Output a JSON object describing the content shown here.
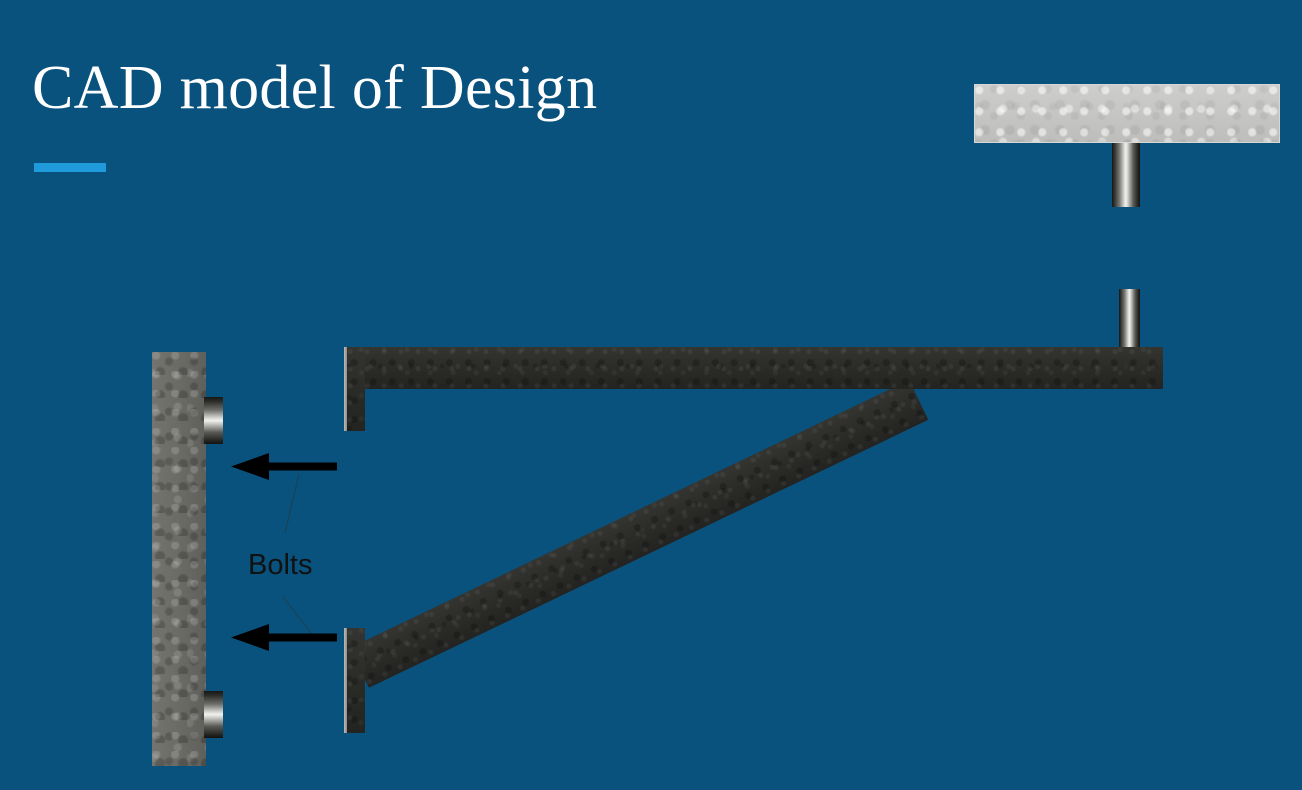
{
  "slide": {
    "title": "CAD model of Design",
    "background_color": "#0a527e",
    "accent_color": "#1f9bdc",
    "title_color": "#ffffff"
  },
  "annotations": {
    "bolts_label": "Bolts",
    "arrow_color": "#000000",
    "leader_color": "#14465f"
  },
  "cad_model": {
    "parts": [
      {
        "name": "ceiling-plate",
        "material": "light-metal",
        "color": "#c6c7c4"
      },
      {
        "name": "ceiling-bolt",
        "material": "steel-cylinder",
        "color": "#2b2b28"
      },
      {
        "name": "wall-plate",
        "material": "gray-metal",
        "color": "#6d6d68"
      },
      {
        "name": "wall-bolt-top",
        "material": "steel-cylinder",
        "color": "#2b2b28"
      },
      {
        "name": "wall-bolt-bottom",
        "material": "steel-cylinder",
        "color": "#2b2b28"
      },
      {
        "name": "horizontal-beam",
        "material": "dark-metal",
        "color": "#2b2b28"
      },
      {
        "name": "diagonal-brace",
        "material": "dark-metal",
        "color": "#2b2b28"
      },
      {
        "name": "beam-top-bolt",
        "material": "steel-cylinder",
        "color": "#2b2b28"
      }
    ]
  }
}
